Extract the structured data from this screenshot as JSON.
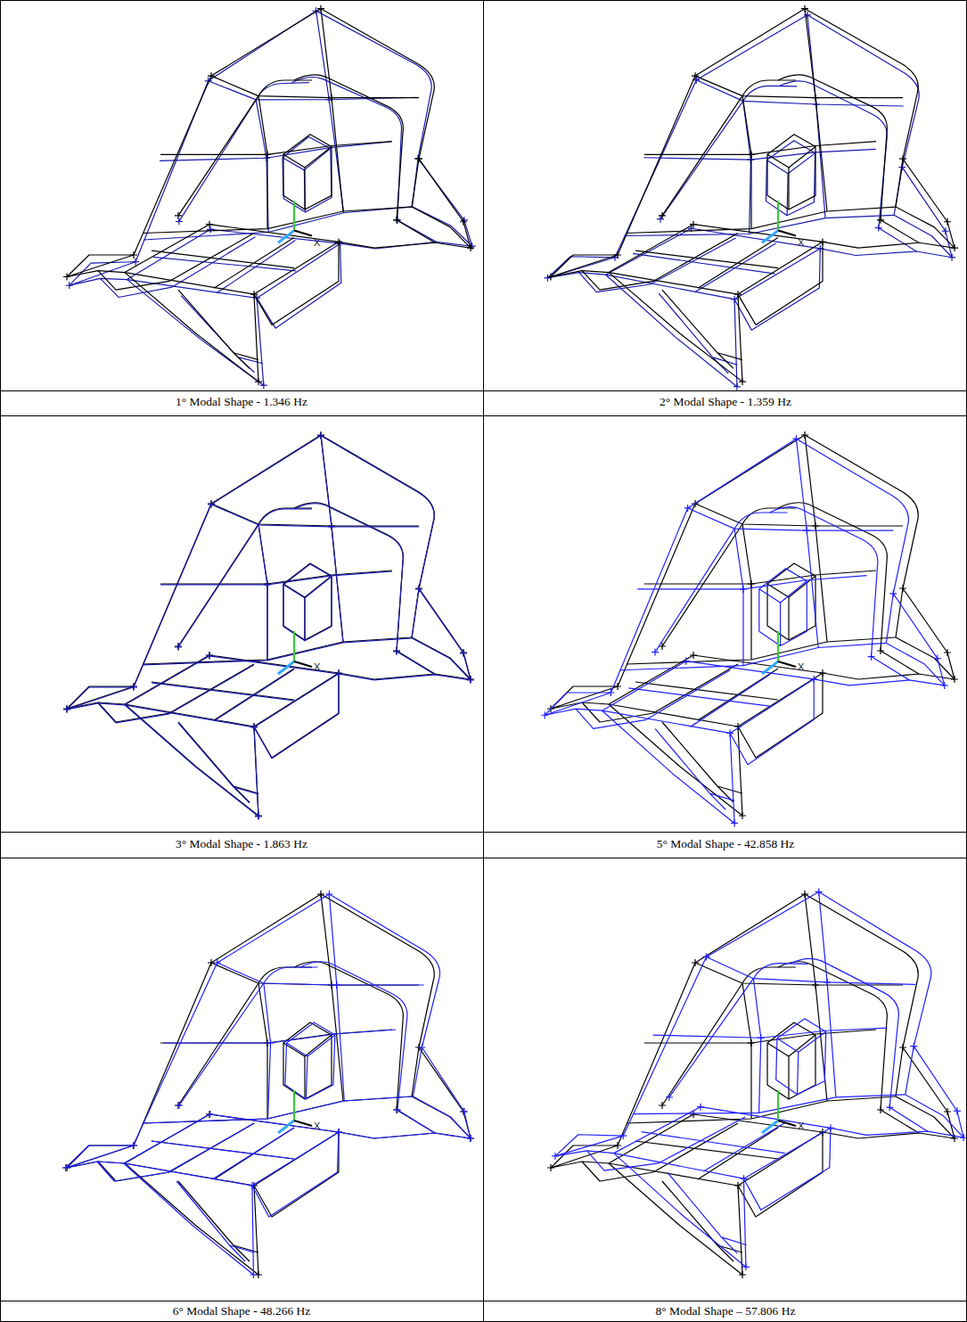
{
  "diagram": {
    "labels": [
      "X",
      "X",
      "1° Modal Shape - 1.346 Hz",
      "2° Modal Shape - 1.359 Hz",
      "X",
      "X",
      "3° Modal Shape - 1.863 Hz",
      "5° Modal Shape - 42.858 Hz",
      "X",
      "X",
      "6° Modal Shape - 48.266 Hz",
      "8° Modal Shape – 57.806 Hz"
    ]
  }
}
